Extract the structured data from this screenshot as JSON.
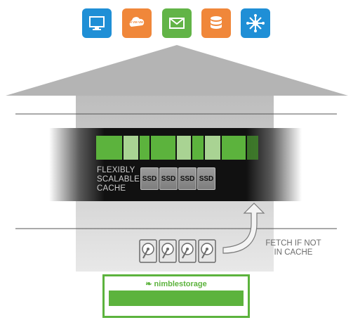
{
  "icons": [
    {
      "name": "monitor-icon",
      "color": "#1f8fd6"
    },
    {
      "name": "cloud-vm-icon",
      "color": "#f0873a",
      "text": "VM VM VM"
    },
    {
      "name": "mail-icon",
      "color": "#62b447"
    },
    {
      "name": "database-icon",
      "color": "#f0873a"
    },
    {
      "name": "network-hub-icon",
      "color": "#1f8fd6"
    }
  ],
  "cache": {
    "label_lines": [
      "FLEXIBLY",
      "SCALABLE",
      "CACHE"
    ],
    "ssd_labels": [
      "SSD",
      "SSD",
      "SSD",
      "SSD"
    ]
  },
  "disks": {
    "count": 4
  },
  "fetch": {
    "label_lines": [
      "FETCH IF NOT",
      "IN CACHE"
    ]
  },
  "storage": {
    "brand": "nimblestorage"
  },
  "colors": {
    "green": "#5cb33d",
    "light_green": "#a9d393",
    "gray": "#b4b4b4",
    "dark": "#111111"
  }
}
